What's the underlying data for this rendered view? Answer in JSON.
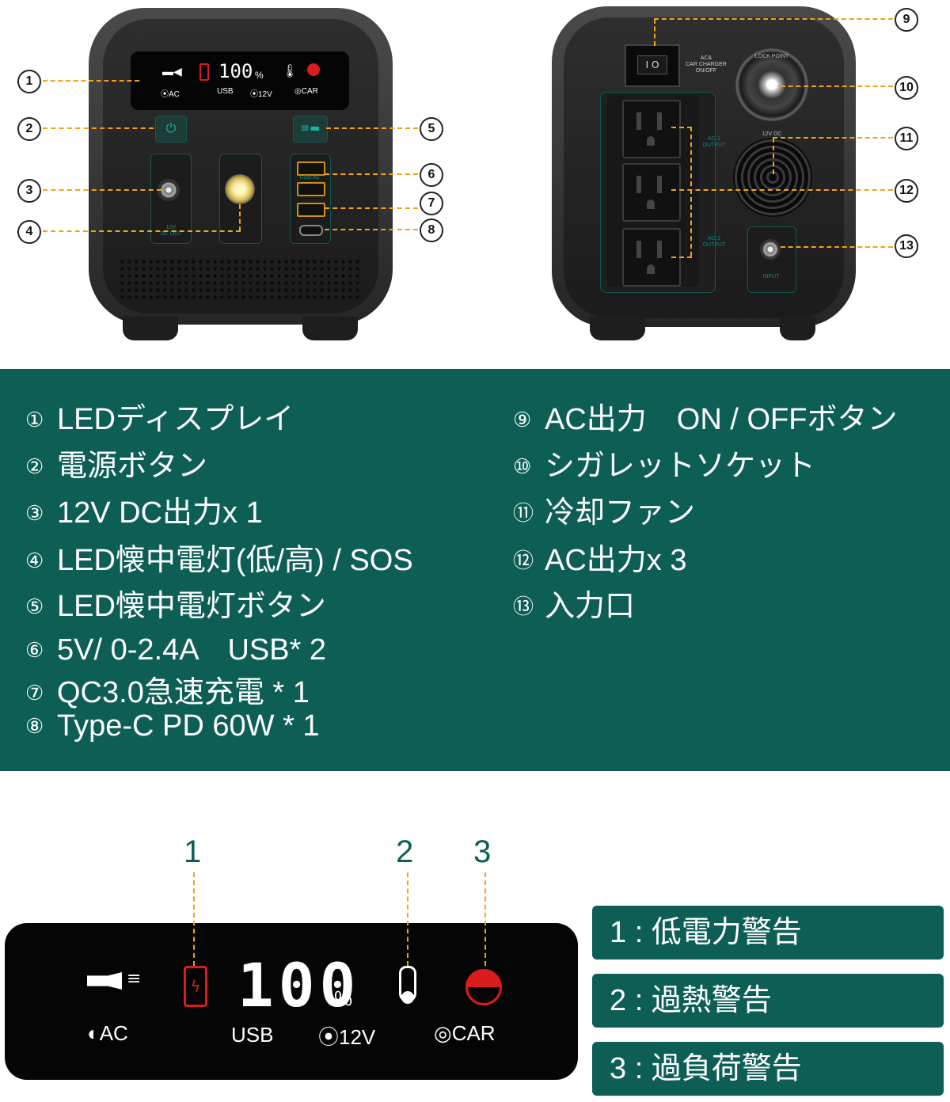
{
  "front": {
    "lcd": {
      "ac": "⦿AC",
      "usb": "USB",
      "v12": "⦿12V",
      "car": "◎CAR",
      "percent": "100",
      "unit": "%"
    },
    "dc_label": "12V\nDC OUT",
    "usb_label": "USB-A1",
    "callouts": [
      "1",
      "2",
      "3",
      "4",
      "5",
      "6",
      "7",
      "8"
    ]
  },
  "back": {
    "switch_label": "AC&\nCAR CHARGER\nON/OFF",
    "lock_label": "LOCK POINT",
    "ac1": "AC-1\nOUTPUT",
    "ac2": "AC-2\nOUTPUT",
    "dc12": "12V DC",
    "input": "INPUT",
    "callouts": [
      "9",
      "10",
      "11",
      "12",
      "13"
    ]
  },
  "legend": {
    "left": [
      {
        "mark": "①",
        "text": "LEDディスプレイ"
      },
      {
        "mark": "②",
        "text": "電源ボタン"
      },
      {
        "mark": "③",
        "text": "12V DC出力x 1"
      },
      {
        "mark": "④",
        "text": "LED懐中電灯(低/高) / SOS"
      },
      {
        "mark": "⑤",
        "text": "LED懐中電灯ボタン"
      },
      {
        "mark": "⑥",
        "text": "5V/ 0-2.4A　USB* 2"
      },
      {
        "mark": "⑦",
        "text": "QC3.0急速充電 * 1"
      },
      {
        "mark": "⑧",
        "text": "Type-C  PD 60W * 1"
      }
    ],
    "right": [
      {
        "mark": "⑨",
        "text": "AC出力　ON / OFFボタン"
      },
      {
        "mark": "⑩",
        "text": "シガレットソケット"
      },
      {
        "mark": "⑪",
        "text": "冷却ファン"
      },
      {
        "mark": "⑫",
        "text": "AC出力x 3"
      },
      {
        "mark": "⑬",
        "text": "入力口"
      }
    ]
  },
  "display": {
    "ac": "AC",
    "usb": "USB",
    "v12": "12V",
    "car": "CAR",
    "percent": "100",
    "unit": "%",
    "n1": "1",
    "n2": "2",
    "n3": "3"
  },
  "warnings": [
    "1 : 低電力警告",
    "2 : 過熱警告",
    "3 : 過負荷警告"
  ],
  "colors": {
    "teal": "#0d5e55",
    "orange": "#f0a31a",
    "red": "#d91c1c"
  }
}
